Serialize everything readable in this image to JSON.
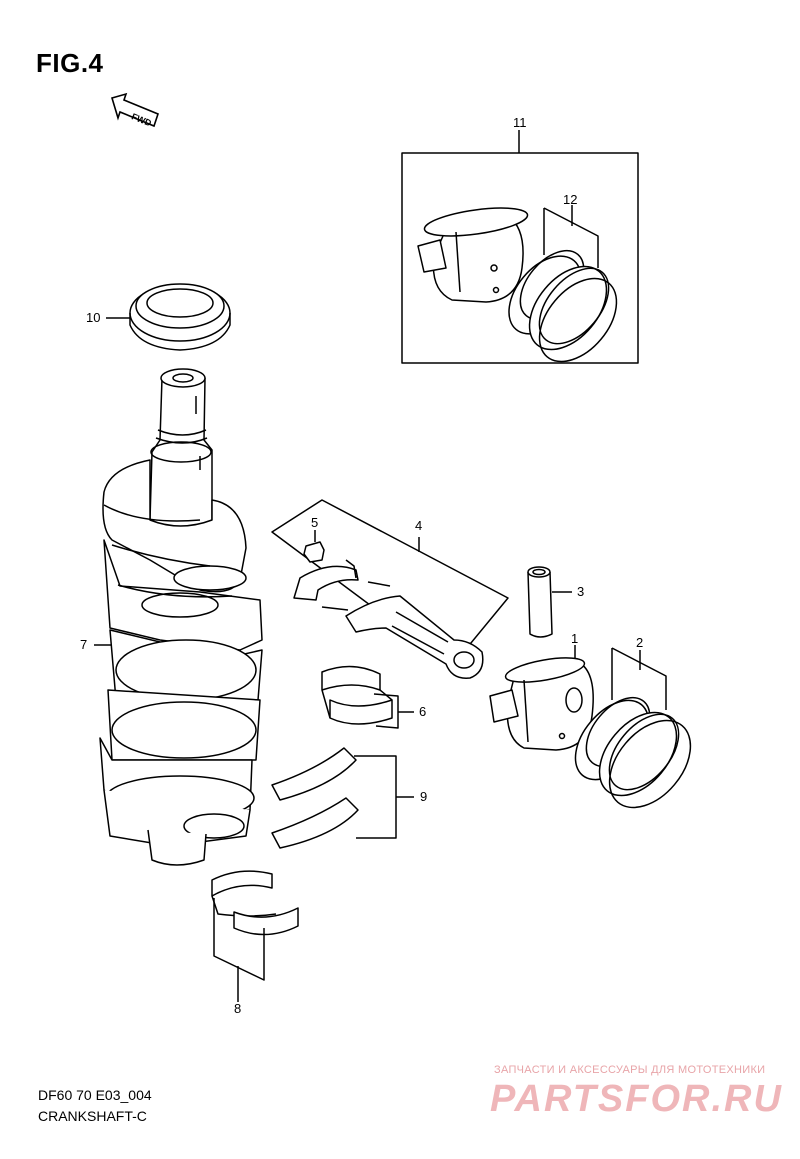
{
  "figure": {
    "title": "FIG.4",
    "fwd_label": "FWD"
  },
  "callouts": [
    "1",
    "2",
    "3",
    "4",
    "5",
    "6",
    "7",
    "8",
    "9",
    "10",
    "11",
    "12"
  ],
  "footer": {
    "code": "DF60 70 E03_004",
    "name": "CRANKSHAFT-C"
  },
  "watermark": {
    "tagline": "ЗАПЧАСТИ И АКСЕССУАРЫ ДЛЯ МОТОТЕХНИКИ",
    "site": "PARTSFOR.RU"
  }
}
